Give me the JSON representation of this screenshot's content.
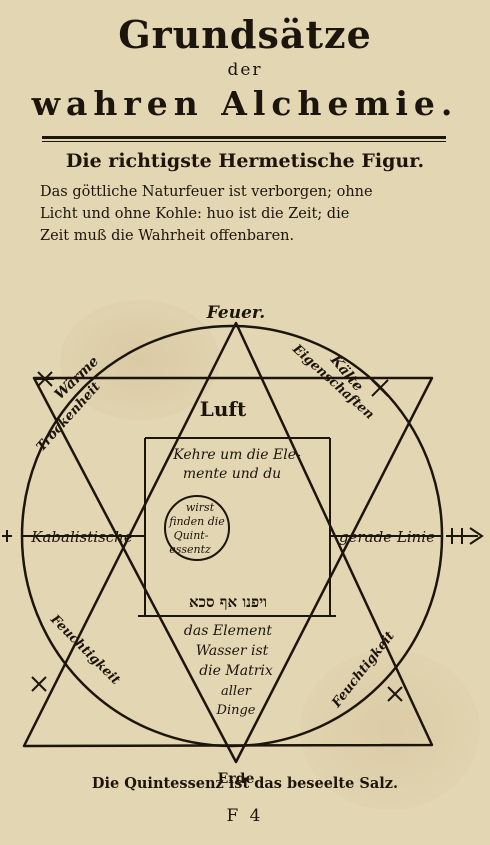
{
  "title": {
    "main": "Grundsätze",
    "der": "der",
    "sub": "wahren Alchemie."
  },
  "heading": "Die richtigste Hermetische Figur.",
  "paragraph": {
    "line1": "Das göttliche Naturfeuer ist verborgen; ohne",
    "line2": "Licht und ohne Kohle: huo ist die Zeit; die",
    "line3": "Zeit muß die Wahrheit offenbaren."
  },
  "figure": {
    "feuer": "Feuer.",
    "luft": "Luft",
    "erde": "Erde",
    "waerme": "Wärme",
    "kaelte": "Kälte",
    "eigenschaften": "Eigenschaften",
    "trockenheit": "Trockenheit",
    "feuchtigkeit": "Feuchtigkeit",
    "kabalistische": "Kabalistische",
    "gerade_linie": "gerade Linie",
    "center_top_1": "Kehre um die Ele-",
    "center_top_2": "mente und du",
    "circle_l1": "wirst",
    "circle_l2": "finden die",
    "circle_l3": "Quint-",
    "circle_l4": "essentz",
    "hebrew_line": "ויפנו אף סכא",
    "lower_1": "das Element",
    "lower_2": "Wasser ist",
    "lower_3": "die Matrix",
    "lower_4": "aller",
    "lower_5": "Dinge"
  },
  "caption": "Die Quintessenz ist das beseelte Salz.",
  "signature": "F 4"
}
